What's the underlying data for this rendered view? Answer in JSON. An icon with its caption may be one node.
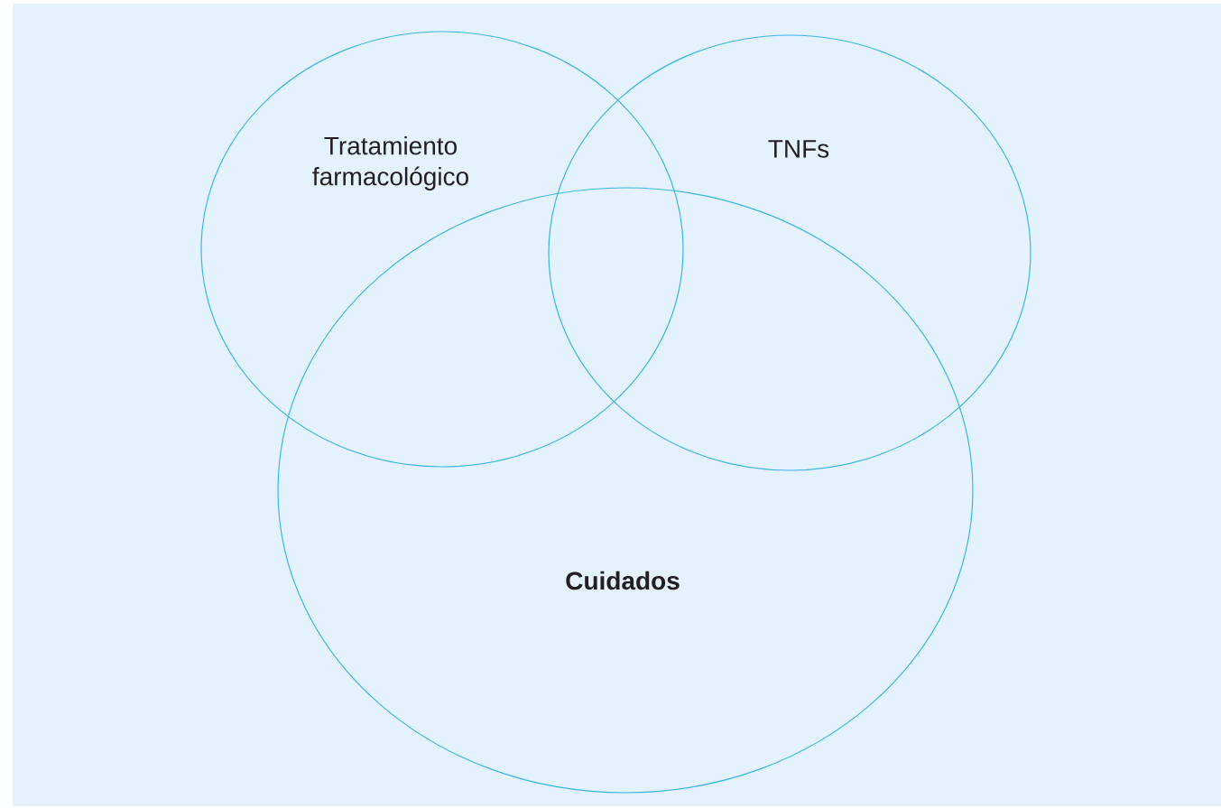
{
  "diagram": {
    "nodes": [
      {
        "text": [
          "Tratamiento farmacológico"
        ]
      },
      {
        "text": [
          "TNFs"
        ]
      },
      {
        "text": [
          "Cuidados"
        ]
      }
    ]
  }
}
